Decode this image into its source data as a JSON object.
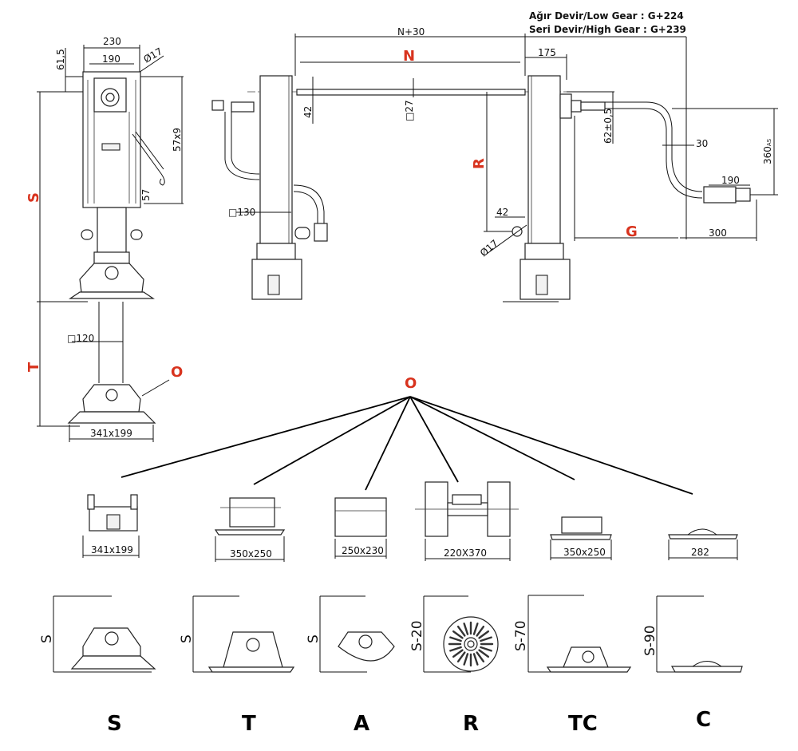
{
  "gear_note": {
    "low_gear": "Ağır Devir/Low Gear : G+224",
    "high_gear": "Seri Devir/High Gear : G+239"
  },
  "side_view": {
    "dims": {
      "width_outer": "230",
      "width_inner": "190",
      "hole_dia": "Ø17",
      "top_offset": "61,5",
      "hole_pattern": "57x9",
      "hole_pitch_end": "57",
      "inner_tube": "□120",
      "foot_size": "341x199"
    },
    "labels": {
      "S": "S",
      "T": "T",
      "O": "O"
    }
  },
  "front_view": {
    "dims": {
      "overall": "N+30",
      "shaft_square": "□27",
      "shaft_offset": "42",
      "tube_square": "□130",
      "bracket_offset": "42",
      "bracket_hole": "Ø17",
      "gearbox_width": "175",
      "crank_offset": "62±0,5",
      "crank_tube": "30",
      "crank_height": "360",
      "crank_height_sub": "AS",
      "handle_length": "190",
      "handle_reach": "300"
    },
    "labels": {
      "N": "N",
      "R": "R",
      "G": "G"
    }
  },
  "options_label": "O",
  "foot_options": [
    {
      "code": "S",
      "size": "341x199",
      "height": "S"
    },
    {
      "code": "T",
      "size": "350x250",
      "height": "S"
    },
    {
      "code": "A",
      "size": "250x230",
      "height": "S"
    },
    {
      "code": "R",
      "size": "220X370",
      "height": "S-20"
    },
    {
      "code": "TC",
      "size": "350x250",
      "height": "S-70"
    },
    {
      "code": "C",
      "size": "282",
      "height": "S-90"
    }
  ],
  "colors": {
    "accent_red": "#d8331e",
    "line": "#111111"
  }
}
